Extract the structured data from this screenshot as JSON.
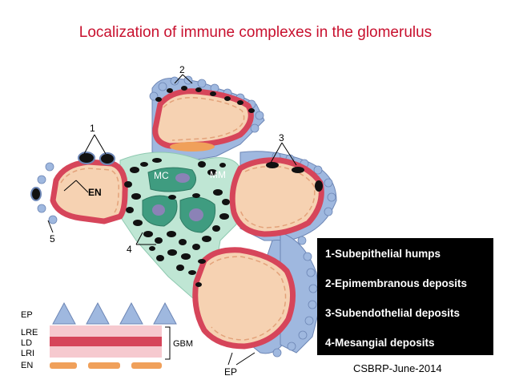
{
  "title": "Localization of immune complexes in the glomerulus",
  "diagram_labels": {
    "n1": "1",
    "n2": "2",
    "n3": "3",
    "n4": "4",
    "n5": "5",
    "en": "EN",
    "mc": "MC",
    "mm": "MM",
    "ep": "EP",
    "inset_ep": "EP",
    "inset_lre": "LRE",
    "inset_ld": "LD",
    "inset_lri": "LRI",
    "inset_en": "EN",
    "gbm": "GBM"
  },
  "legend": {
    "items": [
      "1-Subepithelial humps",
      "2-Epimembranous deposits",
      "3-Subendothelial deposits",
      "4-Mesangial deposits"
    ]
  },
  "footer": "CSBRP-June-2014",
  "colors": {
    "title": "#c8102e",
    "capillary_fill": "#f6d2b2",
    "basement_membrane": "#d6455a",
    "mesangium": "#bfe6d4",
    "mesangial_cell": "#3f9c80",
    "podocyte": "#9fb8df",
    "deposit": "#111111",
    "legend_bg": "#000000"
  }
}
